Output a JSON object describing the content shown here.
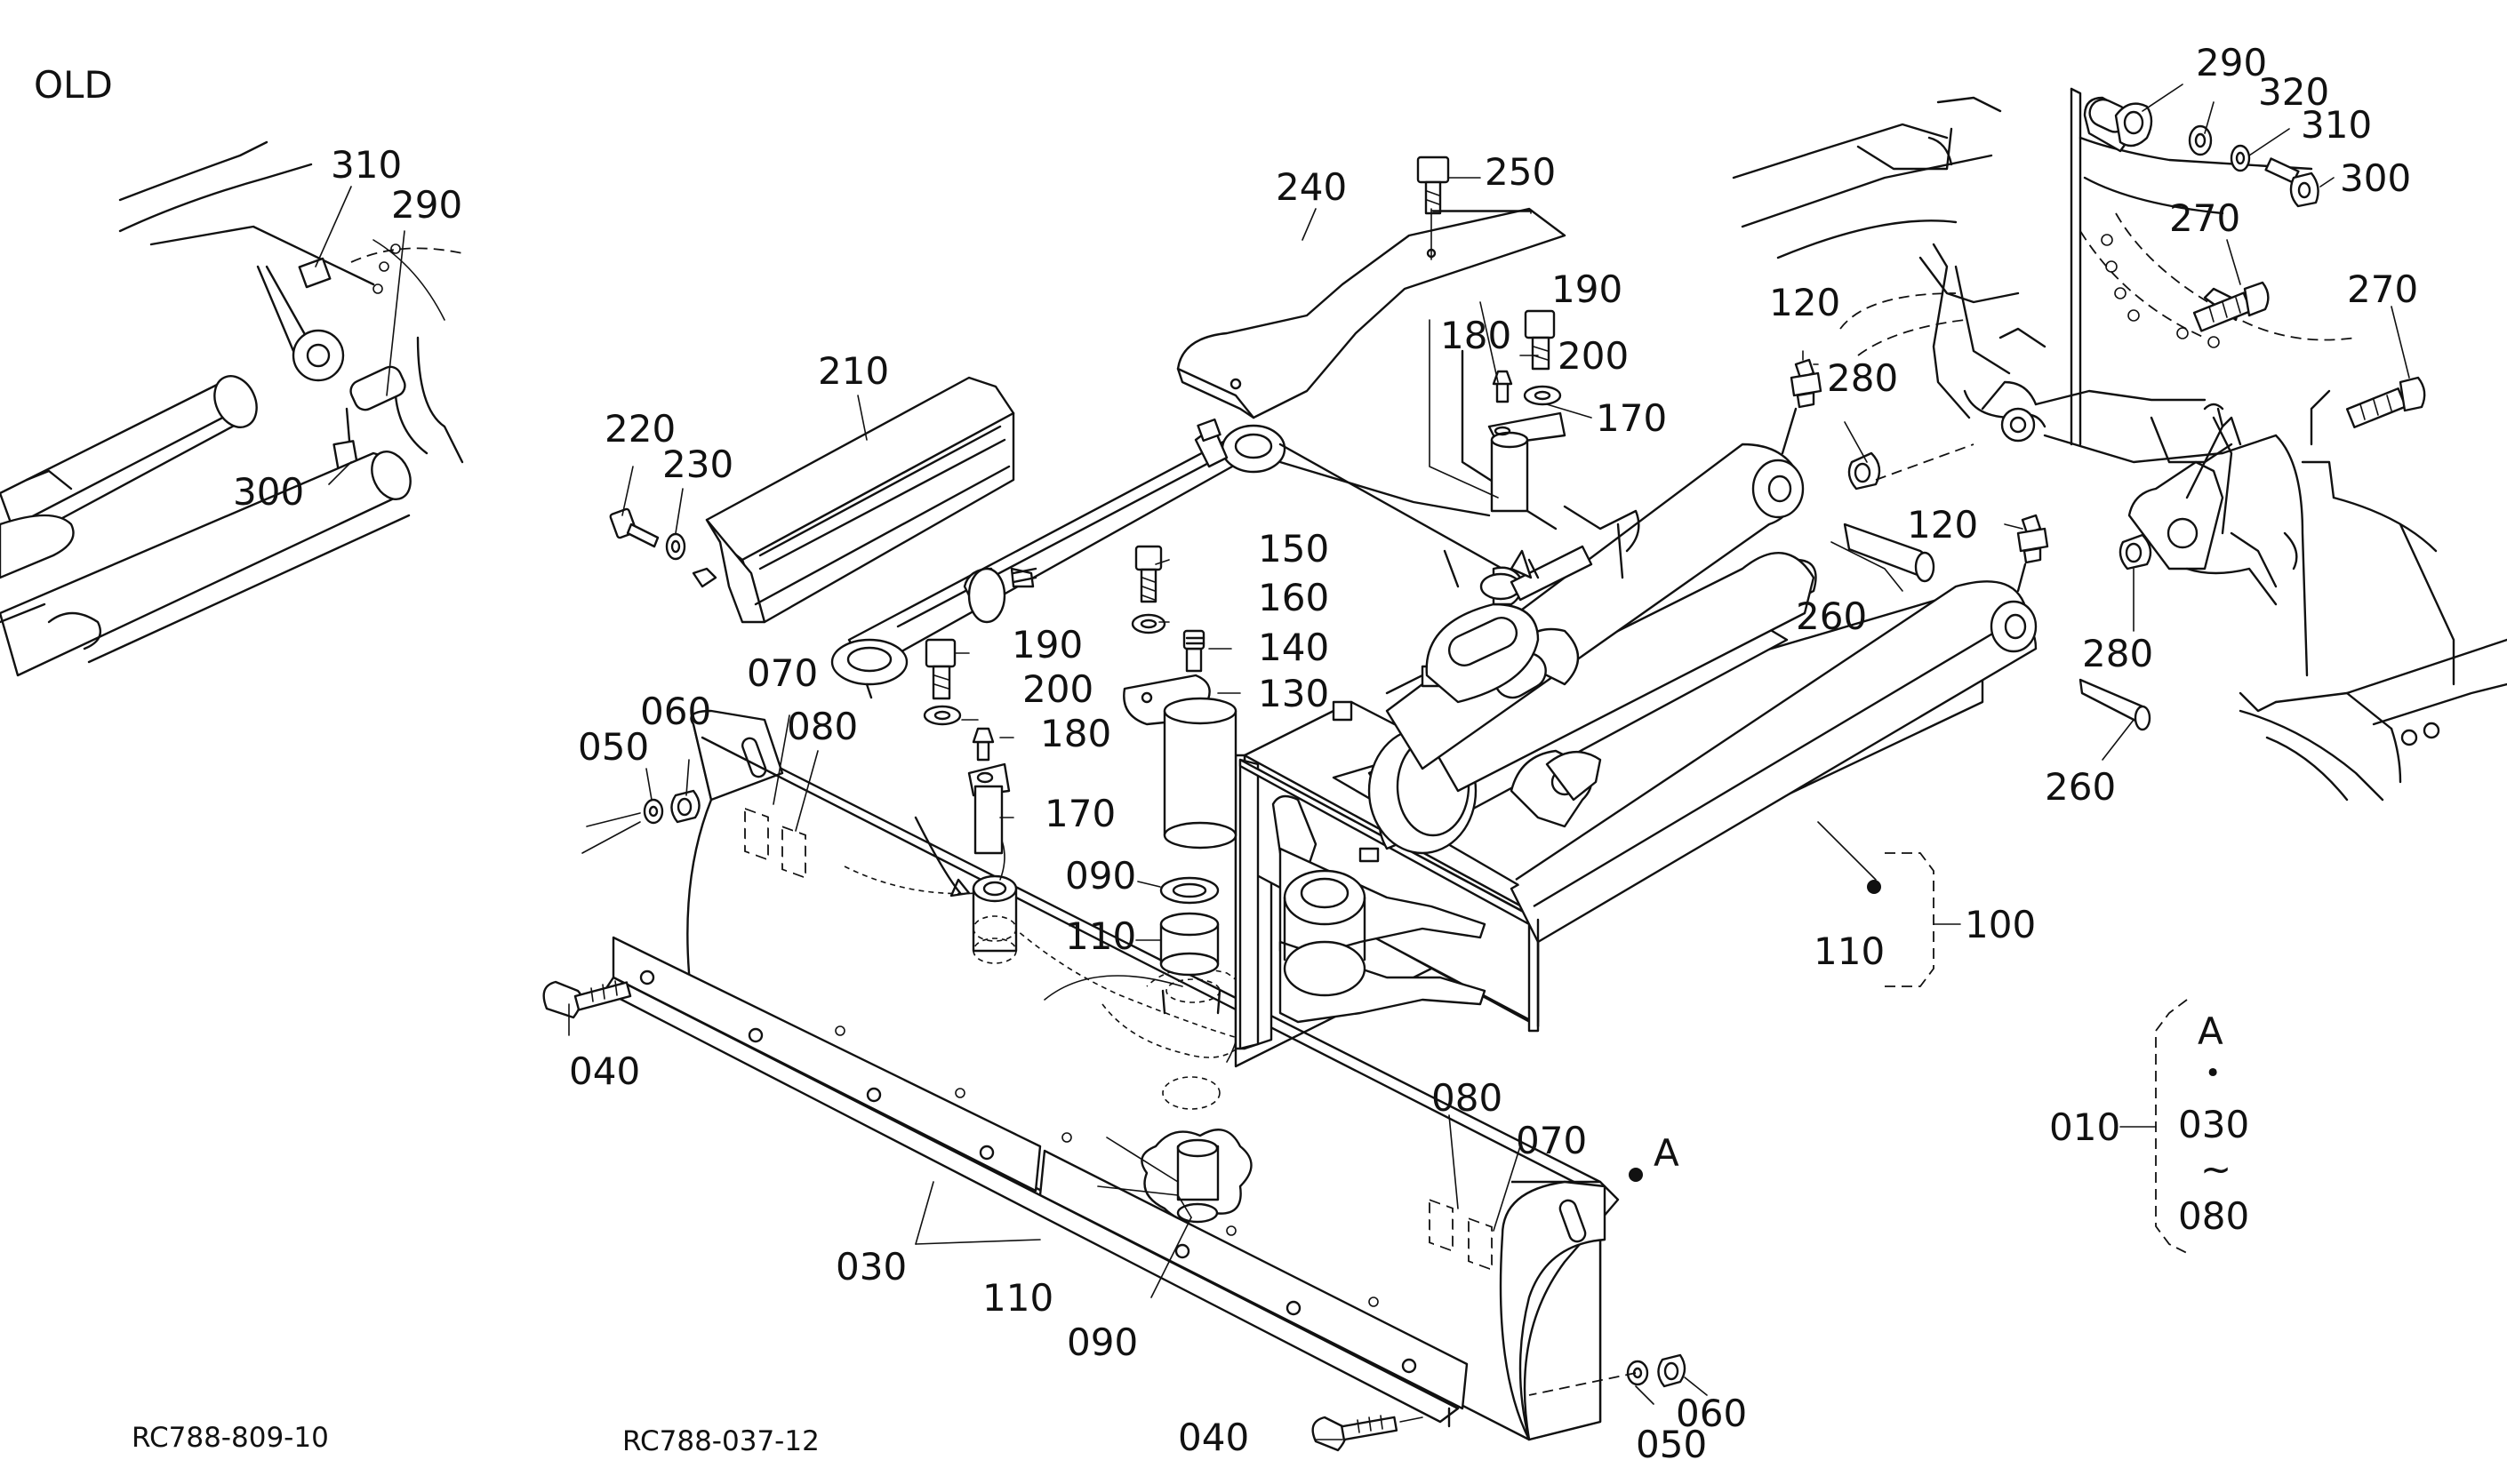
{
  "diagram": {
    "old_caption": "OLD",
    "drawing_codes": {
      "left": "RC788-809-10",
      "main": "RC788-037-12"
    },
    "callouts": {
      "old_310": "310",
      "old_290": "290",
      "old_300": "300",
      "c210": "210",
      "c220": "220",
      "c230": "230",
      "c240": "240",
      "c250": "250",
      "c190a": "190",
      "c180a": "180",
      "c200a": "200",
      "c170a": "170",
      "c120a": "120",
      "c280a": "280",
      "c290": "290",
      "c320": "320",
      "c310": "310",
      "c300": "300",
      "c270a": "270",
      "c270b": "270",
      "c150": "150",
      "c160": "160",
      "c140": "140",
      "c130": "130",
      "c190b": "190",
      "c200b": "200",
      "c180b": "180",
      "c170b": "170",
      "c090a": "090",
      "c110a": "110",
      "c070a": "070",
      "c080a": "080",
      "c060a": "060",
      "c050a": "050",
      "c040a": "040",
      "c260a": "260",
      "c120b": "120",
      "c280b": "280",
      "c260b": "260",
      "c110b": "110",
      "c100": "100",
      "c080b": "080",
      "c070b": "070",
      "cA": "A",
      "c030": "030",
      "c110c": "110",
      "c090b": "090",
      "c040b": "040",
      "c050b": "050",
      "c060b": "060"
    },
    "legend": {
      "parent": "010",
      "ref": "A",
      "dot": "•",
      "from": "030",
      "tilde": "~",
      "to": "080"
    }
  }
}
